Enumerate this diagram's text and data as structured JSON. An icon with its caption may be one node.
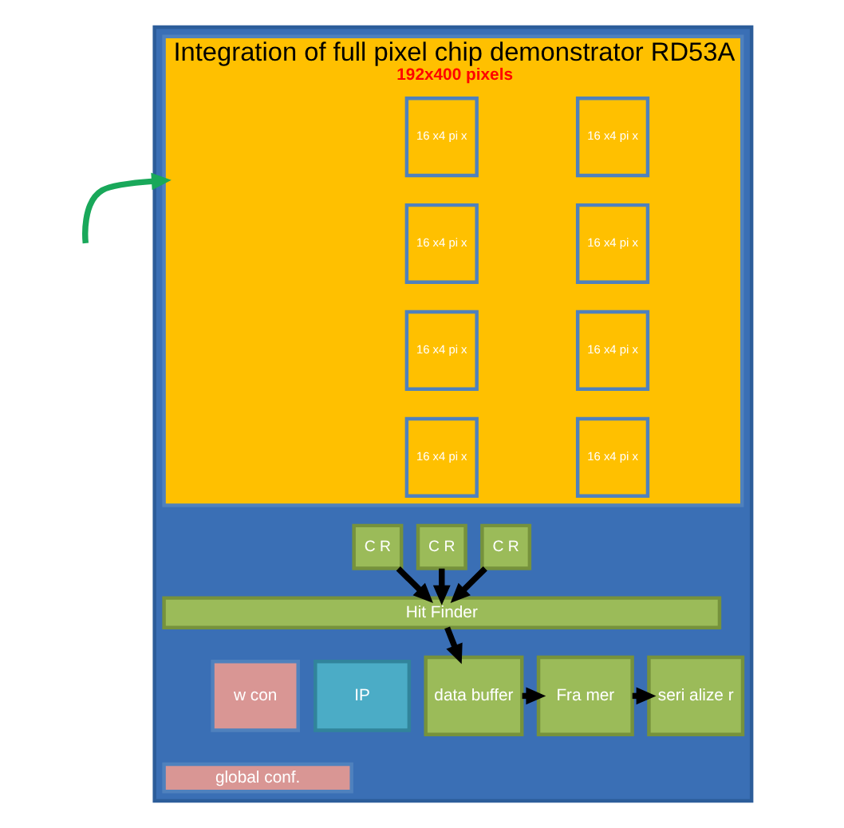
{
  "diagram": {
    "nodes": [
      {
        "text": [],
        "shape": "box"
      },
      {
        "text": [
          "Integration of full pixel chip demonstrator RD53A",
          "192x400 pixels"
        ],
        "in": 0
      },
      {
        "text": [
          "16 x4 pi x"
        ],
        "in": 1
      },
      {
        "text": [
          "16 x4 pi x"
        ],
        "in": 1
      },
      {
        "text": [
          "16 x4 pi x"
        ],
        "in": 1
      },
      {
        "text": [
          "16 x4 pi x"
        ],
        "in": 1
      },
      {
        "text": [
          "16 x4 pi x"
        ],
        "in": 1
      },
      {
        "text": [
          "16 x4 pi x"
        ],
        "in": 1
      },
      {
        "text": [
          "16 x4 pi x"
        ],
        "in": 1
      },
      {
        "text": [
          "16 x4 pi x"
        ],
        "in": 1
      },
      {
        "text": [
          "C R"
        ],
        "in": 0
      },
      {
        "text": [
          "C R"
        ],
        "in": 0
      },
      {
        "text": [
          "C R"
        ],
        "in": 0
      },
      {
        "text": [
          "Hit Finder"
        ],
        "in": 0
      },
      {
        "text": [
          "w con"
        ],
        "in": 0
      },
      {
        "text": [
          "IP"
        ],
        "in": 0
      },
      {
        "text": [
          "global conf."
        ],
        "in": 0
      },
      {
        "text": [
          "data buffer"
        ],
        "in": 0
      },
      {
        "text": [
          "Fra mer"
        ],
        "in": 0
      },
      {
        "text": [
          "seri alize r"
        ],
        "in": 0
      }
    ],
    "edges": [
      {
        "from": null,
        "to": 1,
        "arrow": "to",
        "color": "#19a85a"
      },
      {
        "from": 10,
        "to": 13,
        "arrow": "to"
      },
      {
        "from": 11,
        "to": 13,
        "arrow": "to"
      },
      {
        "from": 12,
        "to": 13,
        "arrow": "to"
      },
      {
        "from": 13,
        "to": 17,
        "arrow": "to"
      },
      {
        "from": 17,
        "to": 18,
        "arrow": "to"
      },
      {
        "from": 18,
        "to": 19,
        "arrow": "to"
      }
    ]
  }
}
